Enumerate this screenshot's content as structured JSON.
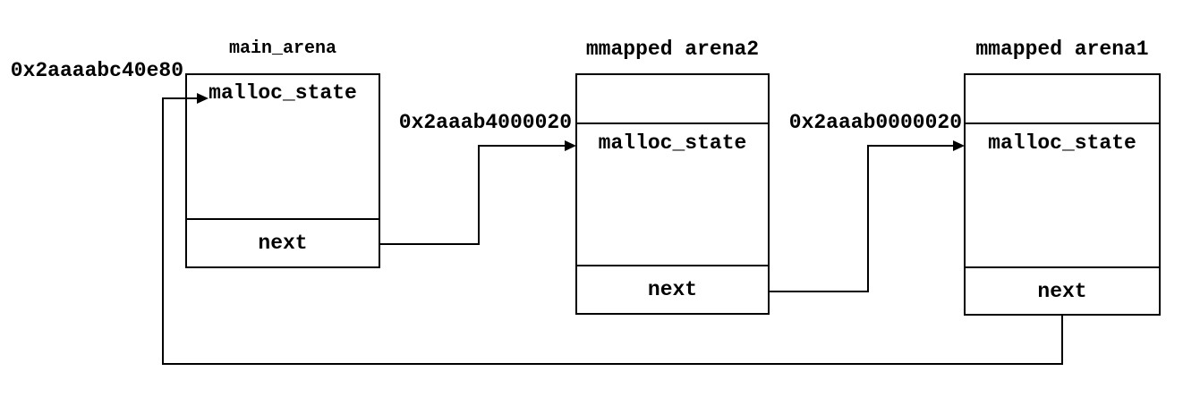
{
  "diagram": {
    "description": "glibc malloc arena circular linked list",
    "arenas": [
      {
        "title": "main_arena",
        "address": "0x2aaaabc40e80",
        "cells": {
          "state": "malloc_state",
          "next": "next"
        }
      },
      {
        "title": "mmapped arena2",
        "address": "0x2aaab4000020",
        "cells": {
          "empty": "",
          "state": "malloc_state",
          "next": "next"
        }
      },
      {
        "title": "mmapped arena1",
        "address": "0x2aaab0000020",
        "cells": {
          "empty": "",
          "state": "malloc_state",
          "next": "next"
        }
      }
    ],
    "links": [
      {
        "from": "main_arena.next",
        "to": "mmapped arena2.malloc_state"
      },
      {
        "from": "mmapped arena2.next",
        "to": "mmapped arena1.malloc_state"
      },
      {
        "from": "mmapped arena1.next",
        "to": "main_arena.malloc_state"
      }
    ],
    "colors": {
      "line": "#000000",
      "text": "#000000",
      "background": "#ffffff"
    }
  }
}
